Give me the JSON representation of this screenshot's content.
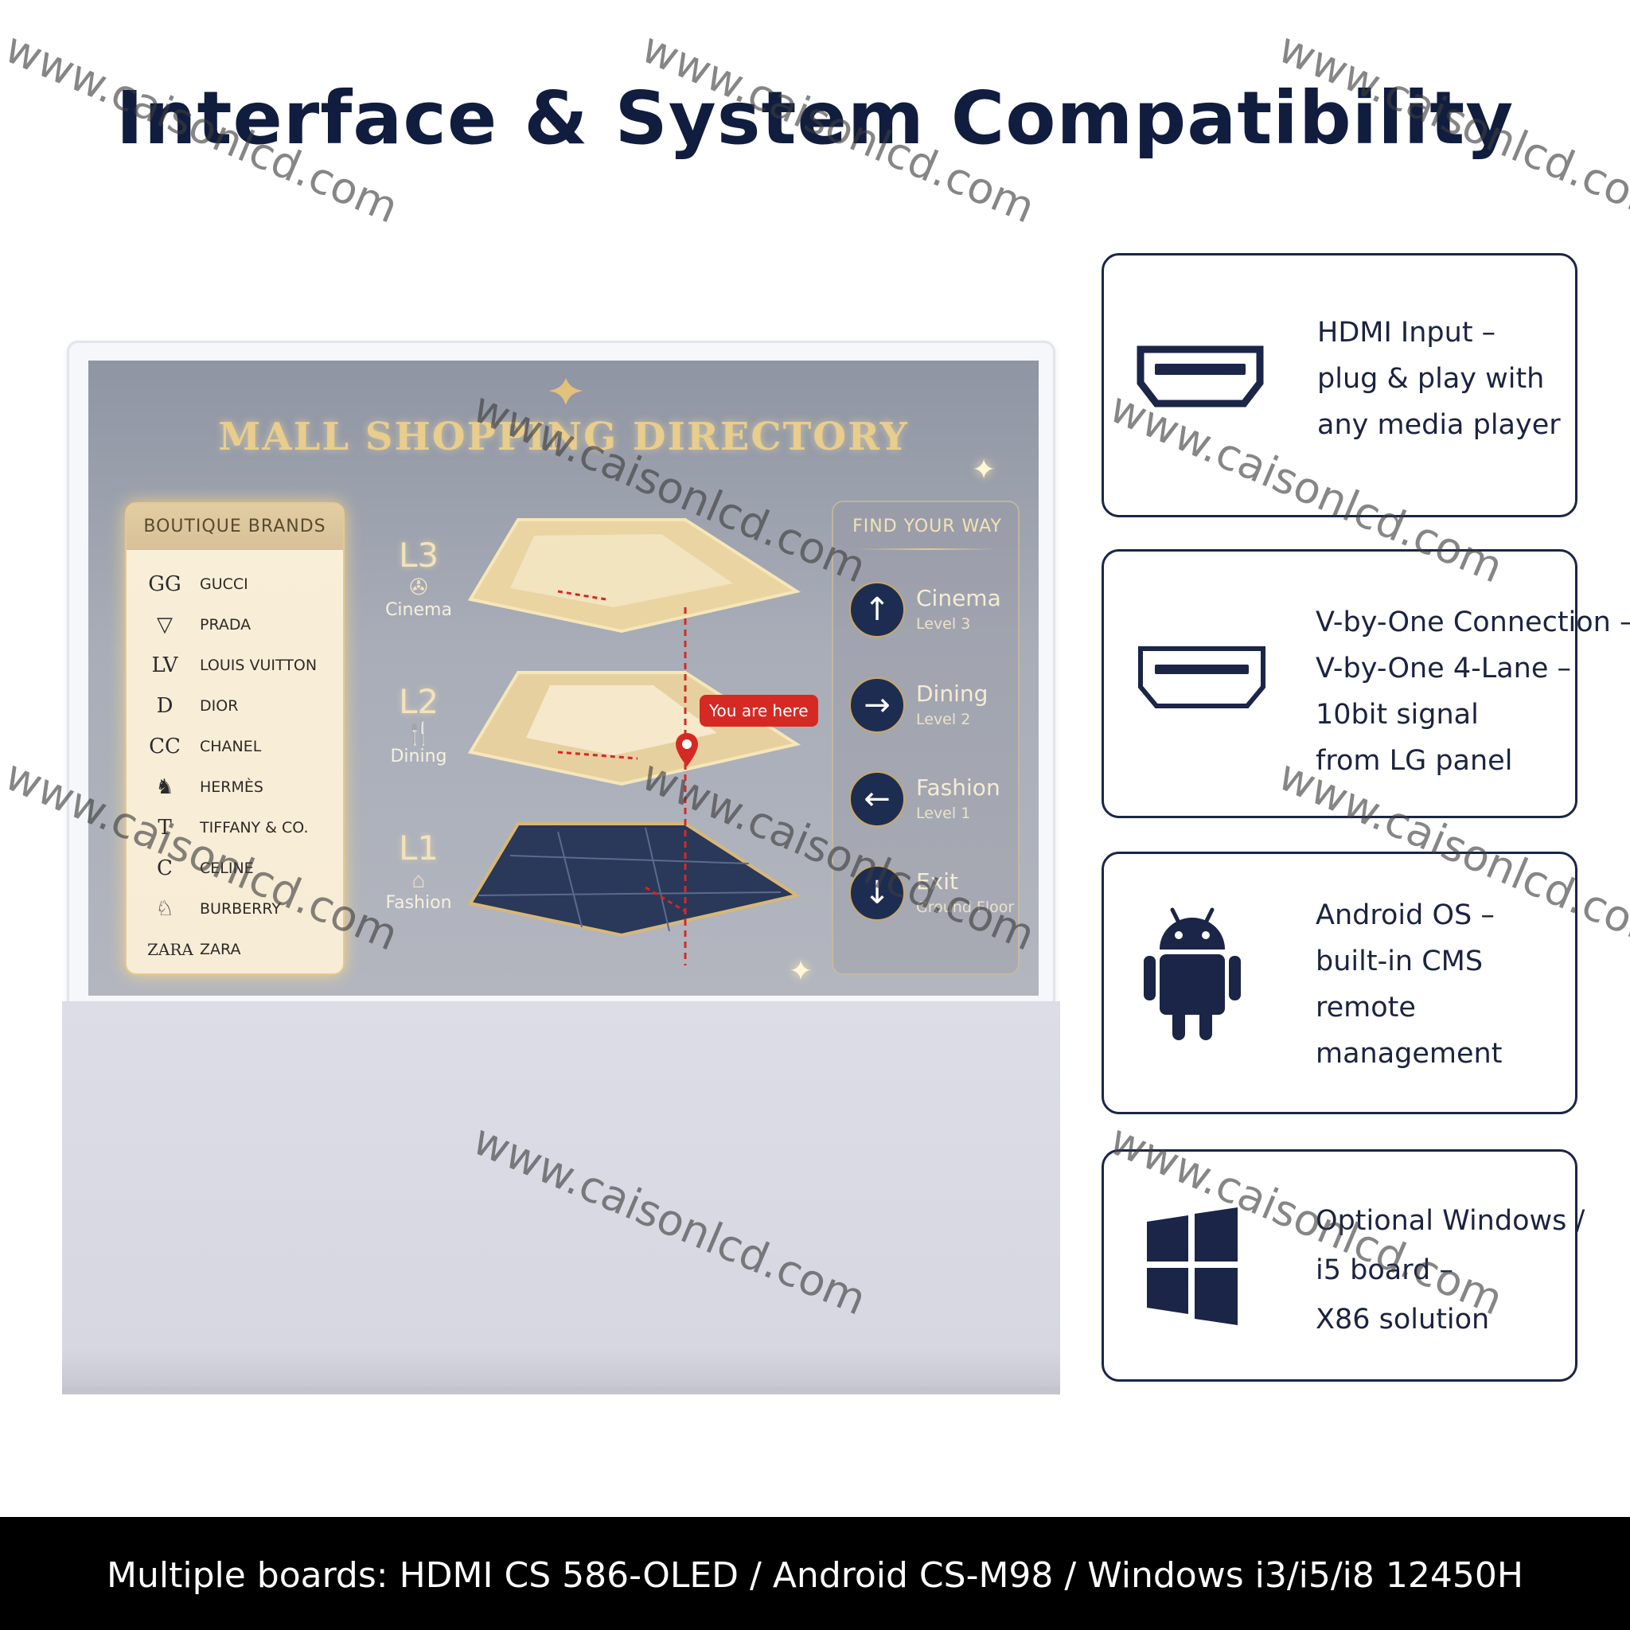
{
  "title": "Interface & System Compatibility",
  "display": {
    "directory_title": "MALL SHOPPING DIRECTORY",
    "brands_header": "BOUTIQUE BRANDS",
    "brands": [
      {
        "logo": "GG",
        "name": "GUCCI"
      },
      {
        "logo": "▽",
        "name": "PRADA"
      },
      {
        "logo": "LV",
        "name": "LOUIS VUITTON"
      },
      {
        "logo": "D",
        "name": "DIOR"
      },
      {
        "logo": "CC",
        "name": "CHANEL"
      },
      {
        "logo": "♞",
        "name": "HERMÈS"
      },
      {
        "logo": "T",
        "name": "TIFFANY & CO."
      },
      {
        "logo": "C",
        "name": "CELINE"
      },
      {
        "logo": "♘",
        "name": "BURBERRY"
      },
      {
        "logo": "ZARA",
        "name": "ZARA"
      }
    ],
    "levels": [
      {
        "code": "L3",
        "label": "Cinema"
      },
      {
        "code": "L2",
        "label": "Dining"
      },
      {
        "code": "L1",
        "label": "Fashion"
      }
    ],
    "you_are_here": "You are here",
    "find_way_title": "FIND YOUR WAY",
    "directions": [
      {
        "label": "Cinema",
        "sub": "Level 3",
        "arrow": "↑"
      },
      {
        "label": "Dining",
        "sub": "Level 2",
        "arrow": "→"
      },
      {
        "label": "Fashion",
        "sub": "Level 1",
        "arrow": "←"
      },
      {
        "label": "Exit",
        "sub": "Ground Floor",
        "arrow": "↓"
      }
    ]
  },
  "features": [
    {
      "icon": "hdmi-port-icon",
      "lines": [
        "HDMI Input –",
        "plug & play with",
        "any media player"
      ]
    },
    {
      "icon": "vbyone-connector-icon",
      "lines": [
        "V-by-One Connection –",
        "V-by-One 4-Lane –",
        "10bit signal",
        "from LG panel"
      ]
    },
    {
      "icon": "android-icon",
      "lines": [
        "Android OS –",
        "built-in CMS",
        "remote",
        "management"
      ]
    },
    {
      "icon": "windows-icon",
      "lines": [
        "Optional Windows /",
        "i5 board –",
        "X86 solution"
      ]
    }
  ],
  "footer": "Multiple boards: HDMI CS 586-OLED / Android CS-M98 / Windows i3/i5/i8 12450H",
  "watermark": "www.caisonlcd.com",
  "colors": {
    "navy": "#1a2547",
    "gold": "#e9cd8c",
    "pin_red": "#d52a24"
  }
}
